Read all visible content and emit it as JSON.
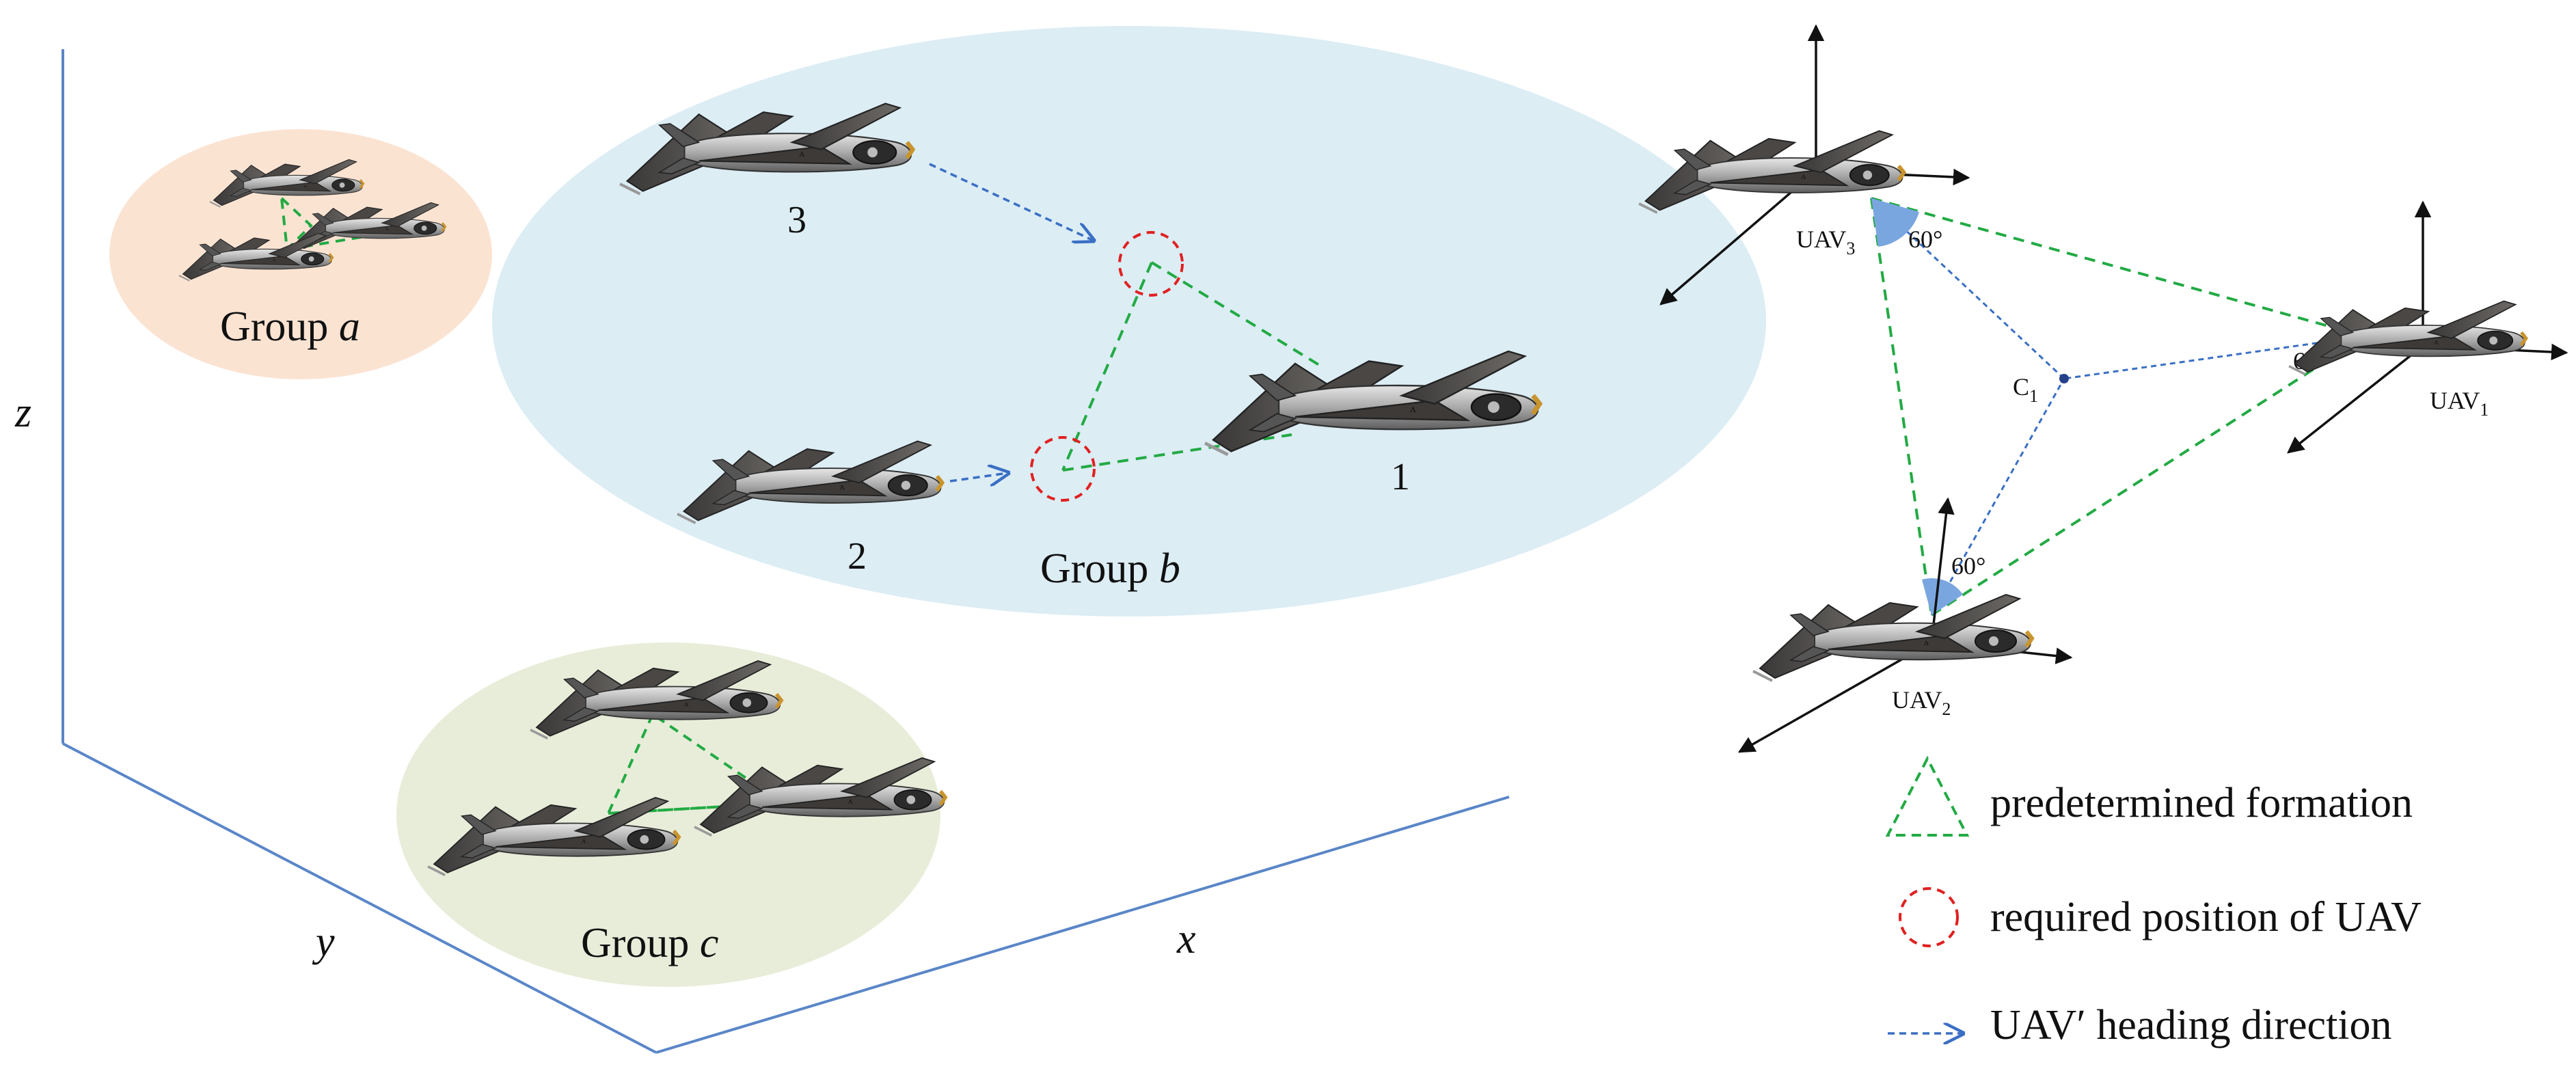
{
  "axes": {
    "x": "x",
    "y": "y",
    "z": "z"
  },
  "groups": {
    "a": {
      "prefix": "Group ",
      "letter": "a"
    },
    "b": {
      "prefix": "Group ",
      "letter": "b"
    },
    "c": {
      "prefix": "Group ",
      "letter": "c"
    }
  },
  "uav_numbers": {
    "n1": "1",
    "n2": "2",
    "n3": "3"
  },
  "formation": {
    "uav1": {
      "base": "UAV",
      "sub": "1"
    },
    "uav2": {
      "base": "UAV",
      "sub": "2"
    },
    "uav3": {
      "base": "UAV",
      "sub": "3"
    },
    "center": {
      "base": "C",
      "sub": "1"
    },
    "angle": "60°"
  },
  "legend": {
    "formation": "predetermined formation",
    "required": "required position of UAV",
    "heading": "UAV′ heading direction"
  },
  "colors": {
    "formation_line": "#22aa44",
    "required_circle": "#e02020",
    "heading_arrow": "#3a6fc4",
    "axis_line": "#5a86c8",
    "group_a_fill": "#fbe3d2",
    "group_b_fill": "#dcedf4",
    "group_c_fill": "#e8edd9",
    "angle_wedge": "#7aa6e0"
  },
  "icons": {
    "uav": "fixed-wing-drone-icon"
  }
}
